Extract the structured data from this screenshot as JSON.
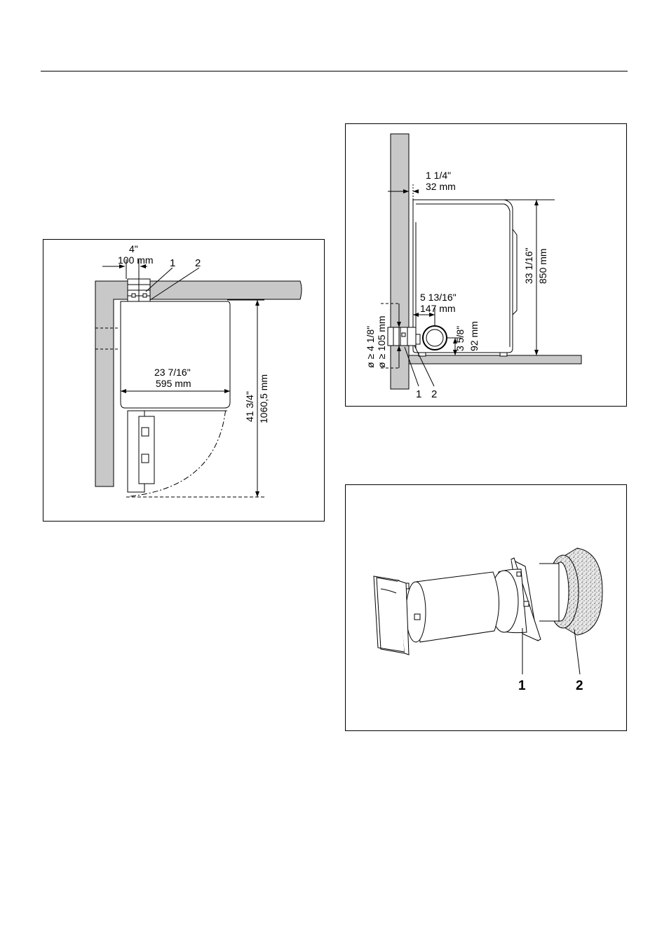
{
  "page": {
    "rule": true
  },
  "fig_top_view": {
    "dim_offset_in": "4\"",
    "dim_offset_mm": "100 mm",
    "callout_1": "1",
    "callout_2": "2",
    "dim_width_in": "23 7/16\"",
    "dim_width_mm": "595 mm",
    "dim_depth_in": "41 3/4\"",
    "dim_depth_mm": "1060,5 mm"
  },
  "fig_side_view": {
    "dim_gap_in": "1 1/4\"",
    "dim_gap_mm": "32 mm",
    "dim_height_in": "33 1/16\"",
    "dim_height_mm": "850 mm",
    "dim_outlet_in": "5 13/16\"",
    "dim_outlet_mm": "147 mm",
    "dim_outlet_height_in": "3 5/8\"",
    "dim_outlet_height_mm": "92 mm",
    "dim_diameter_in": "ø ≥ 4 1/8\"",
    "dim_diameter_mm": "ø ≥ 105 mm",
    "callout_1": "1",
    "callout_2": "2"
  },
  "fig_part_view": {
    "callout_1": "1",
    "callout_2": "2"
  }
}
